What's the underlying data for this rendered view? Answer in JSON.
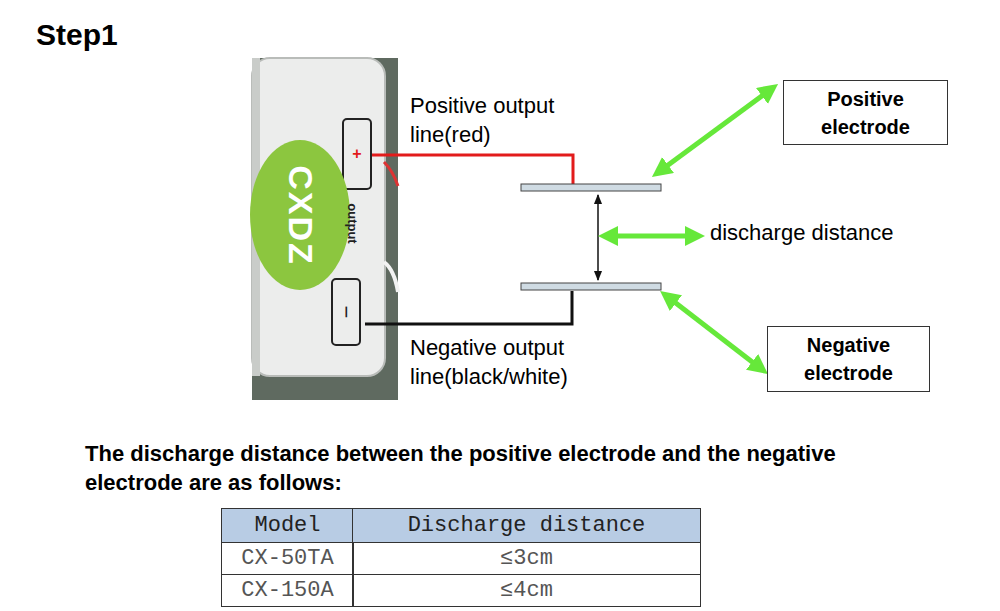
{
  "diagram": {
    "title": "Step1",
    "nodes": [
      {
        "text": [
          "+"
        ]
      },
      {
        "text": [
          "Positive electrode"
        ]
      },
      {
        "text": [
          "CXDZ"
        ]
      },
      {
        "text": [
          "−"
        ]
      },
      {
        "text": [
          "Negative electrode"
        ]
      }
    ],
    "labels": [
      "output",
      "Positive output line(red)",
      "discharge distance",
      "Negative output line(black/white)",
      "The discharge distance between the positive electrode and the negative electrode are as follows:",
      "Model",
      "Discharge distance",
      "CX-50TA",
      "≤3cm",
      "CX-150A",
      "≤4cm"
    ]
  }
}
